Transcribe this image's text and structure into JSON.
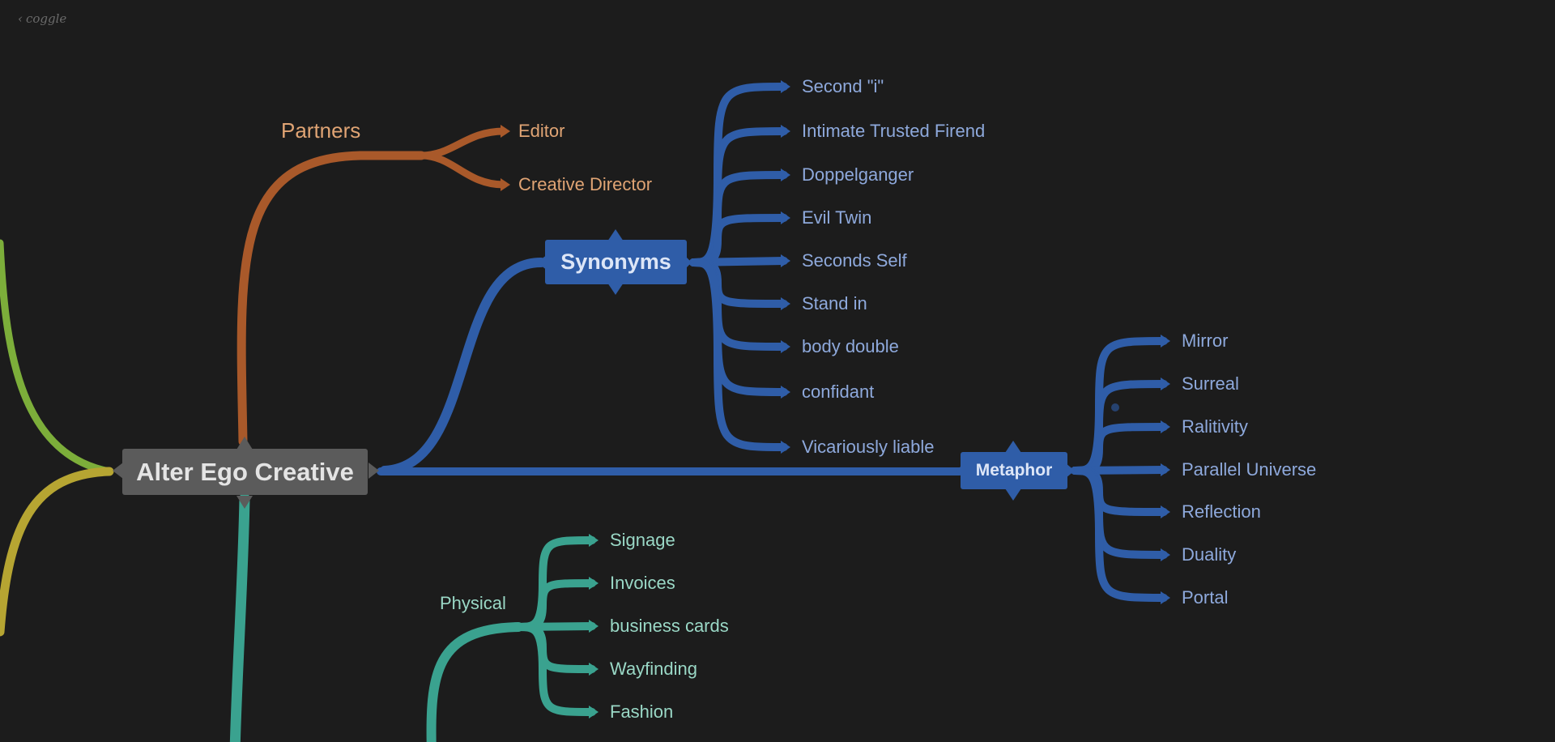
{
  "app": {
    "back_glyph": "‹",
    "brand": "coggle"
  },
  "colors": {
    "background": "#1c1c1c",
    "root": "#5b5b5b",
    "blue": "#2f5da8",
    "orange": "#a9592a",
    "teal": "#3aa28f",
    "green": "#7cae3a",
    "yellow": "#b6a532"
  },
  "root": {
    "label": "Alter Ego Creative"
  },
  "partners": {
    "label": "Partners",
    "children": [
      "Editor",
      "Creative Director"
    ]
  },
  "synonyms": {
    "label": "Synonyms",
    "children": [
      "Second \"i\"",
      "Intimate Trusted Firend",
      "Doppelganger",
      "Evil Twin",
      "Seconds Self",
      "Stand in",
      "body double",
      "confidant",
      "Vicariously liable"
    ]
  },
  "metaphor": {
    "label": "Metaphor",
    "children": [
      "Mirror",
      "Surreal",
      "Ralitivity",
      "Parallel Universe",
      "Reflection",
      "Duality",
      "Portal"
    ]
  },
  "physical": {
    "label": "Physical",
    "children": [
      "Signage",
      "Invoices",
      "business cards",
      "Wayfinding",
      "Fashion"
    ]
  }
}
